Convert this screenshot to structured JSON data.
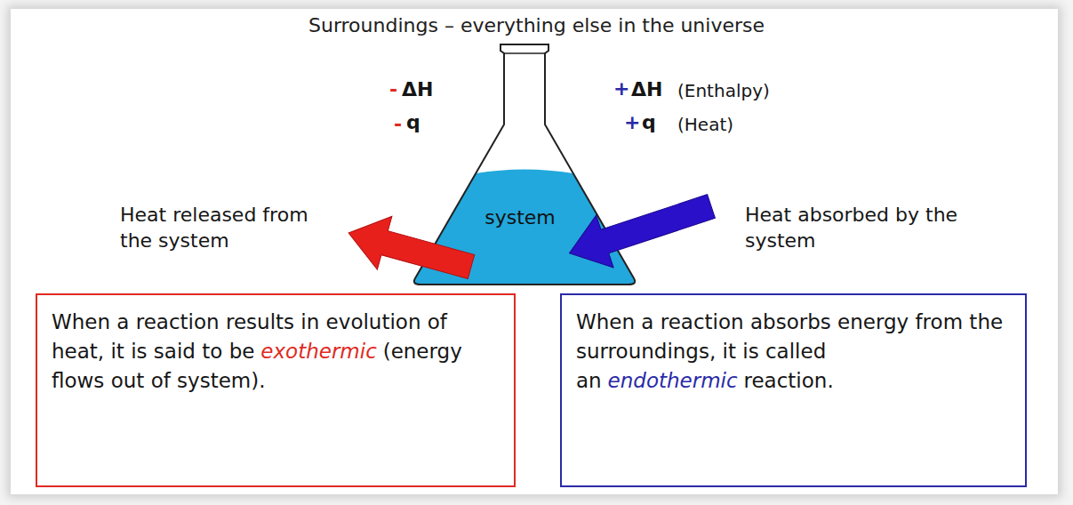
{
  "diagram": {
    "title": "Surroundings – everything else in the universe",
    "nodes": [
      {
        "text": [
          "system"
        ]
      },
      {
        "text": [
          "When a reaction results in evolution of heat, it is said to be",
          "exothermic",
          "(energy flows out of system)."
        ]
      },
      {
        "text": [
          "When a reaction absorbs energy from the surroundings, it is called an",
          "endothermic",
          "reaction."
        ]
      }
    ],
    "labels": [
      "-",
      "ΔH",
      "-",
      "q",
      "+",
      "ΔH",
      "(Enthalpy)",
      "+",
      "q",
      "(Heat)",
      "Heat released from the system",
      "Heat absorbed by the system"
    ]
  }
}
